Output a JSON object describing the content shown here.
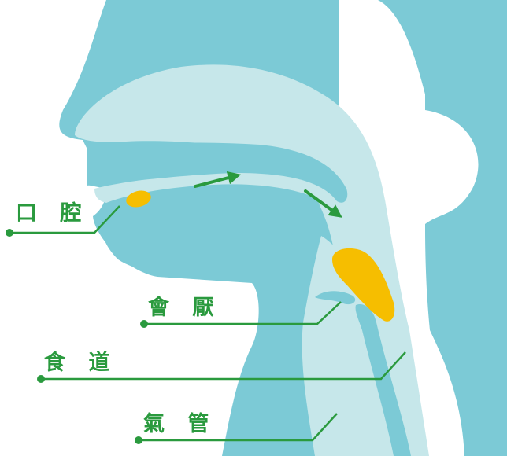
{
  "labels": {
    "oral_cavity": "口 腔",
    "epiglottis": "會 厭",
    "esophagus": "食 道",
    "trachea": "氣 管"
  },
  "colors": {
    "tissue": "#7ccad6",
    "passage": "#c6e7ea",
    "food": "#f6be00",
    "accent": "#2a9a3e",
    "background": "#ffffff"
  }
}
